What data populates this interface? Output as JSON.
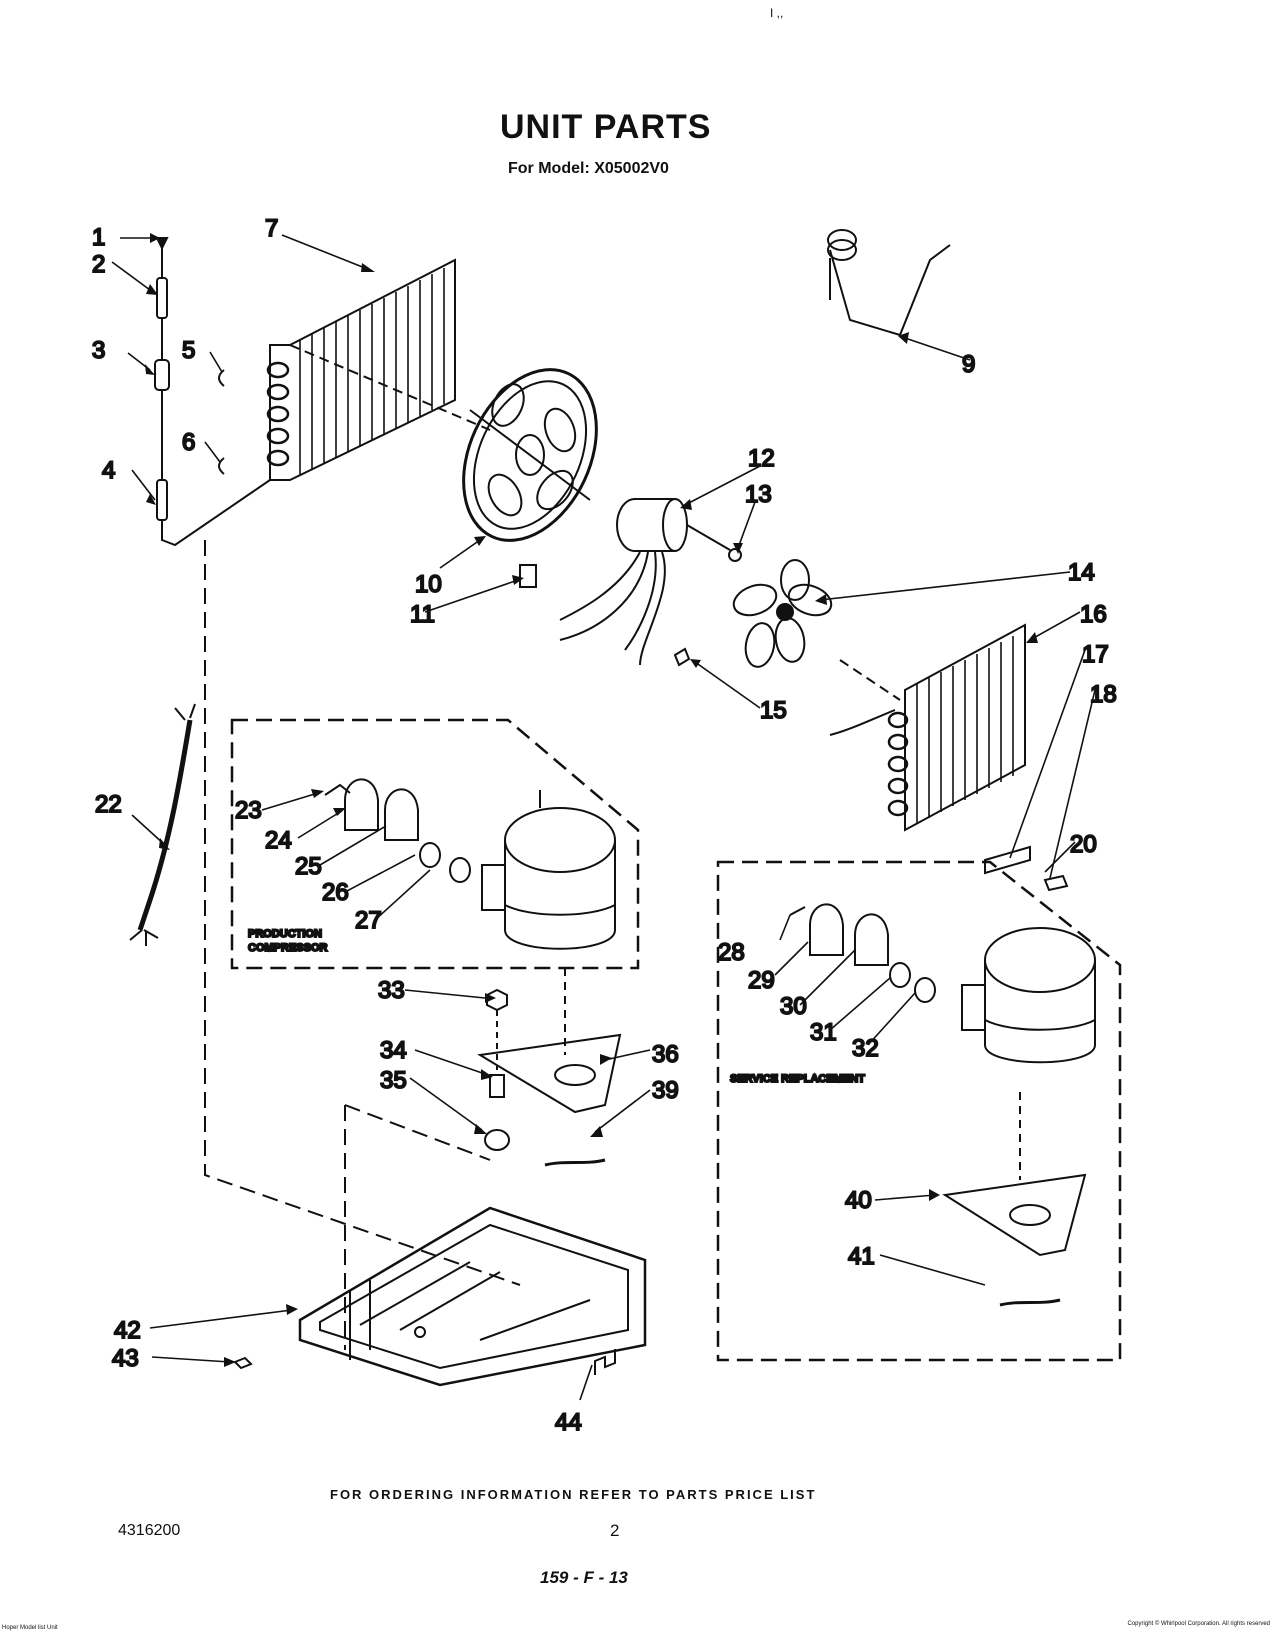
{
  "header": {
    "title": "UNIT PARTS",
    "subtitle": "For Model: X05002V0"
  },
  "boxes": {
    "production": "PRODUCTION\nCOMPRESSOR",
    "service": "SERVICE REPLACEMENT"
  },
  "callouts": [
    "1",
    "2",
    "3",
    "4",
    "5",
    "6",
    "7",
    "9",
    "10",
    "11",
    "12",
    "13",
    "14",
    "15",
    "16",
    "17",
    "18",
    "20",
    "22",
    "23",
    "24",
    "25",
    "26",
    "27",
    "28",
    "29",
    "30",
    "31",
    "32",
    "33",
    "34",
    "35",
    "36",
    "39",
    "40",
    "41",
    "42",
    "43",
    "44"
  ],
  "footer": {
    "ordering": "FOR ORDERING INFORMATION REFER TO PARTS PRICE LIST",
    "doc_number": "4316200",
    "page_number": "2",
    "handwritten_code": "159 - F - 13",
    "top_mark": "I   ,,",
    "bottom_left": "Hoper Model list Unit",
    "bottom_right": "Copyright © Whirlpool Corporation. All rights reserved"
  },
  "colors": {
    "ink": "#111111",
    "paper": "#ffffff"
  }
}
